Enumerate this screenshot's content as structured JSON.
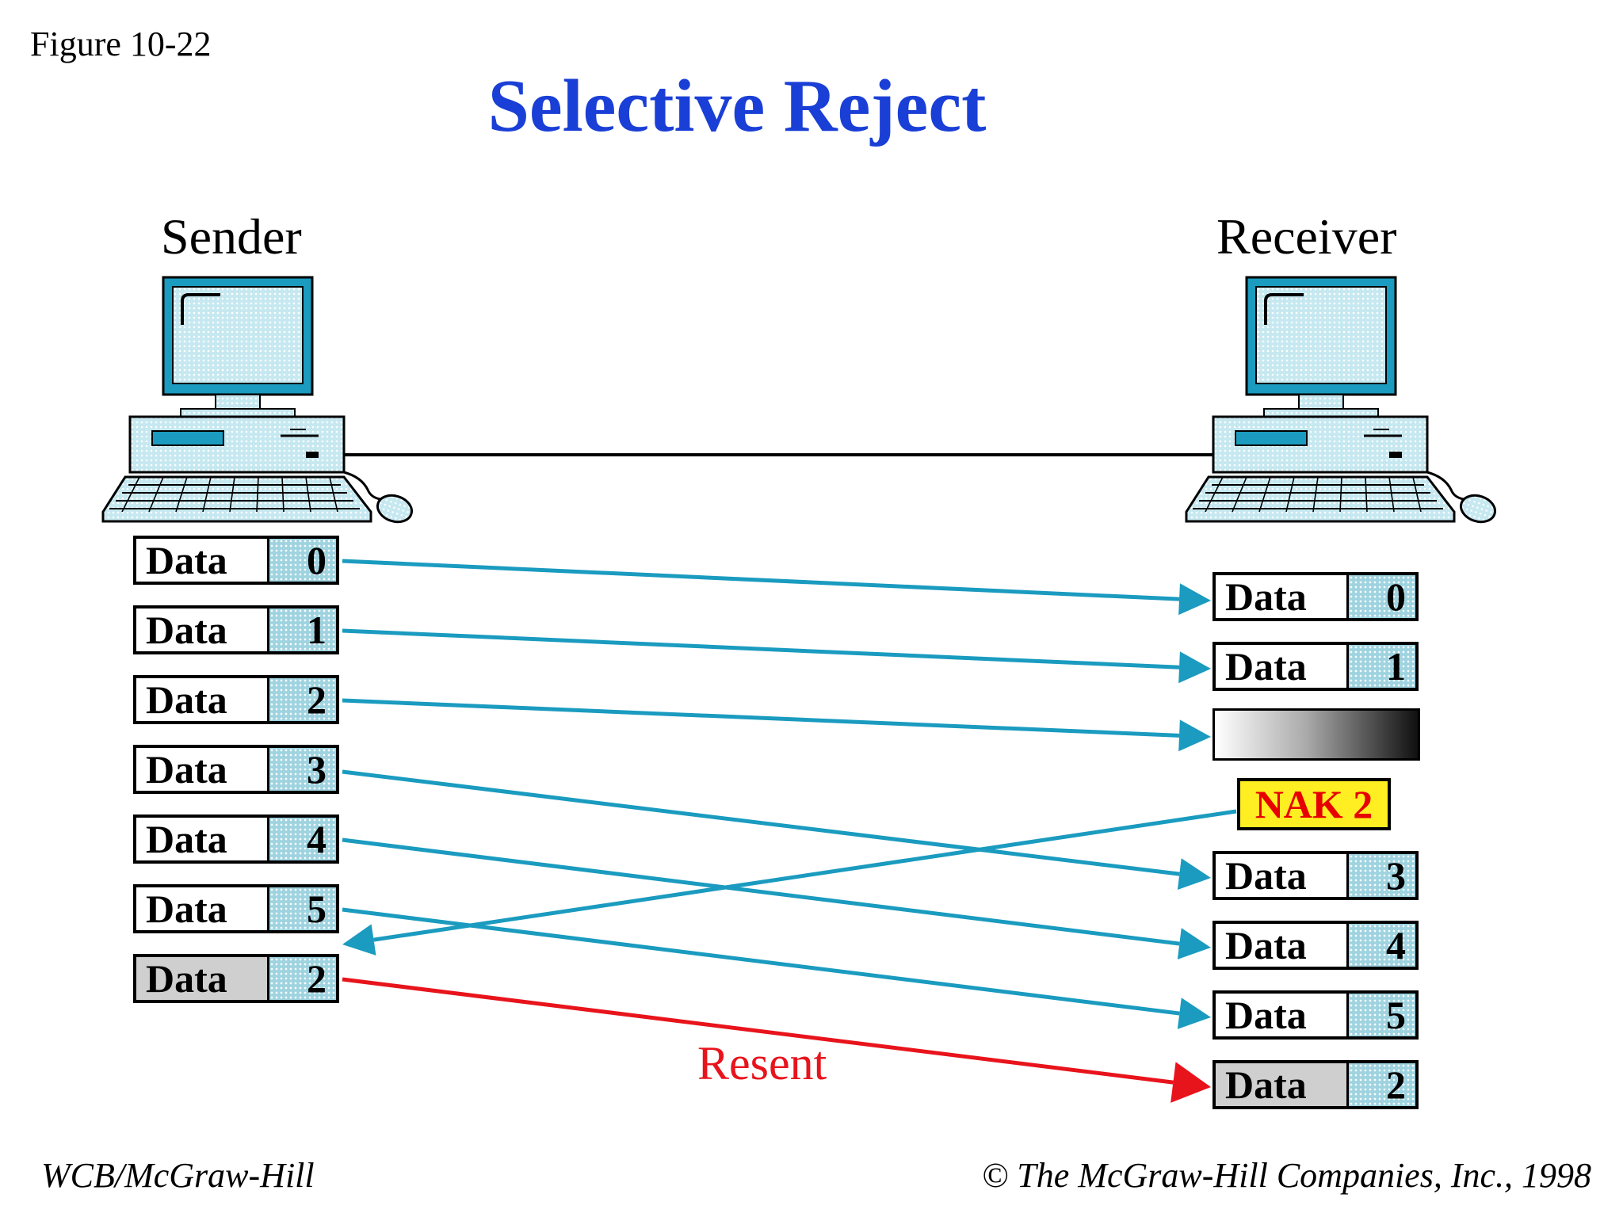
{
  "figure_label": "Figure 10-22",
  "title": "Selective Reject",
  "sender": {
    "label": "Sender"
  },
  "receiver": {
    "label": "Receiver"
  },
  "sender_frames": [
    {
      "label": "Data",
      "seq": "0"
    },
    {
      "label": "Data",
      "seq": "1"
    },
    {
      "label": "Data",
      "seq": "2"
    },
    {
      "label": "Data",
      "seq": "3"
    },
    {
      "label": "Data",
      "seq": "4"
    },
    {
      "label": "Data",
      "seq": "5"
    },
    {
      "label": "Data",
      "seq": "2"
    }
  ],
  "receiver_frames": [
    {
      "label": "Data",
      "seq": "0"
    },
    {
      "label": "Data",
      "seq": "1"
    },
    {
      "label": "Data",
      "seq": "3"
    },
    {
      "label": "Data",
      "seq": "4"
    },
    {
      "label": "Data",
      "seq": "5"
    },
    {
      "label": "Data",
      "seq": "2"
    }
  ],
  "nak": "NAK 2",
  "resent_label": "Resent",
  "footer_left": "WCB/McGraw-Hill",
  "footer_right": "© The McGraw-Hill Companies, Inc., 1998",
  "colors": {
    "title": "#1a3fd6",
    "arrow": "#1a9bbf",
    "resent_arrow": "#e8141c",
    "nak_fill": "#ffee22",
    "nak_text": "#e60000"
  }
}
